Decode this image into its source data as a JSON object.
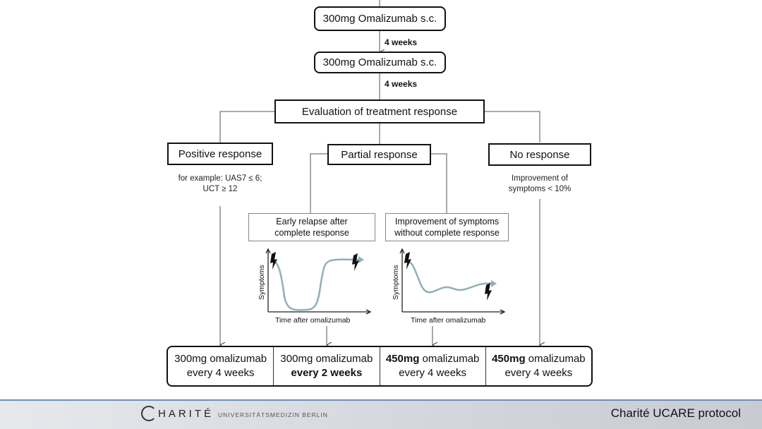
{
  "steps": {
    "dose1": "300mg Omalizumab s.c.",
    "interval1": "4 weeks",
    "dose2": "300mg Omalizumab s.c.",
    "interval2": "4 weeks",
    "evaluation": "Evaluation of treatment response"
  },
  "responses": {
    "positive": {
      "label": "Positive response",
      "note_line1": "for example: UAS7  ≤ 6;",
      "note_line2": "UCT ≥ 12"
    },
    "partial": {
      "label": "Partial response"
    },
    "none": {
      "label": "No response",
      "note_line1": "Improvement of",
      "note_line2": "symptoms < 10%"
    }
  },
  "partial_subtypes": {
    "early_relapse": {
      "line1": "Early relapse after",
      "line2": "complete response",
      "ylabel": "Symptoms",
      "xlabel": "Time after omalizumab"
    },
    "improvement": {
      "line1": "Improvement  of symptoms",
      "line2": "without complete response",
      "ylabel": "Symptoms",
      "xlabel": "Time after omalizumab"
    }
  },
  "outcomes": [
    {
      "line1_bold": "",
      "line1": "300mg omalizumab",
      "line2_bold": "",
      "line2": "every 4 weeks"
    },
    {
      "line1_bold": "",
      "line1": "300mg omalizumab",
      "line2_bold": "every 2 weeks",
      "line2": ""
    },
    {
      "line1_bold": "450mg",
      "line1": " omalizumab",
      "line2_bold": "",
      "line2": "every 4 weeks"
    },
    {
      "line1_bold": "450mg",
      "line1": " omalizumab",
      "line2_bold": "",
      "line2": "every 4 weeks"
    }
  ],
  "footer": {
    "logo_name": "HARITÉ",
    "logo_sub": "UNIVERSITÄTSMEDIZIN BERLIN",
    "protocol": "Charité UCARE protocol"
  },
  "colors": {
    "curve": "#8fb0b8",
    "footer_accent": "#6d8fb8"
  },
  "icons": [
    "injection-icon"
  ]
}
